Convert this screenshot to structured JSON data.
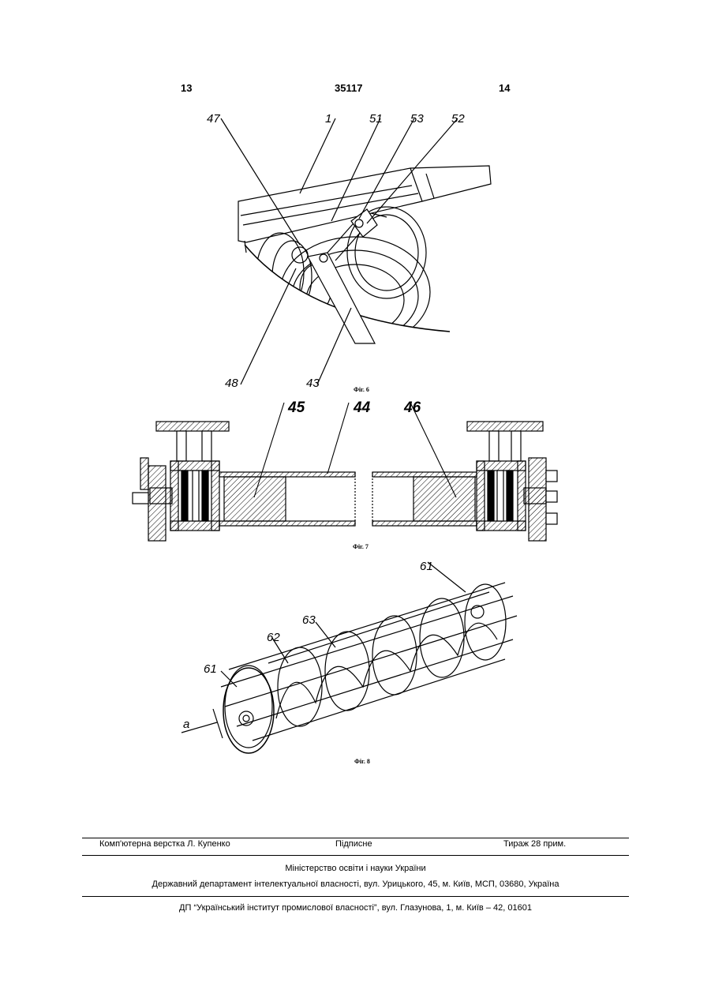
{
  "header": {
    "page_left": "13",
    "patent_number": "35117",
    "page_right": "14"
  },
  "figure6": {
    "caption": "Фіг. 6",
    "labels": [
      "47",
      "1",
      "51",
      "53",
      "52",
      "48",
      "43"
    ]
  },
  "figure7": {
    "caption": "Фіг. 7",
    "labels": [
      "45",
      "44",
      "46"
    ]
  },
  "figure8": {
    "caption": "Фіг. 8",
    "labels": [
      "61",
      "63",
      "62",
      "61",
      "a"
    ]
  },
  "footer": {
    "layout_credit": "Комп'ютерна верстка Л. Купенко",
    "signed": "Підписне",
    "circulation": "Тираж 28 прим.",
    "ministry": "Міністерство освіти і науки України",
    "department": "Державний департамент інтелектуальної власності, вул. Урицького, 45, м. Київ, МСП, 03680, Україна",
    "institute": "ДП “Український інститут промислової власності”, вул. Глазунова, 1, м. Київ – 42, 01601"
  }
}
